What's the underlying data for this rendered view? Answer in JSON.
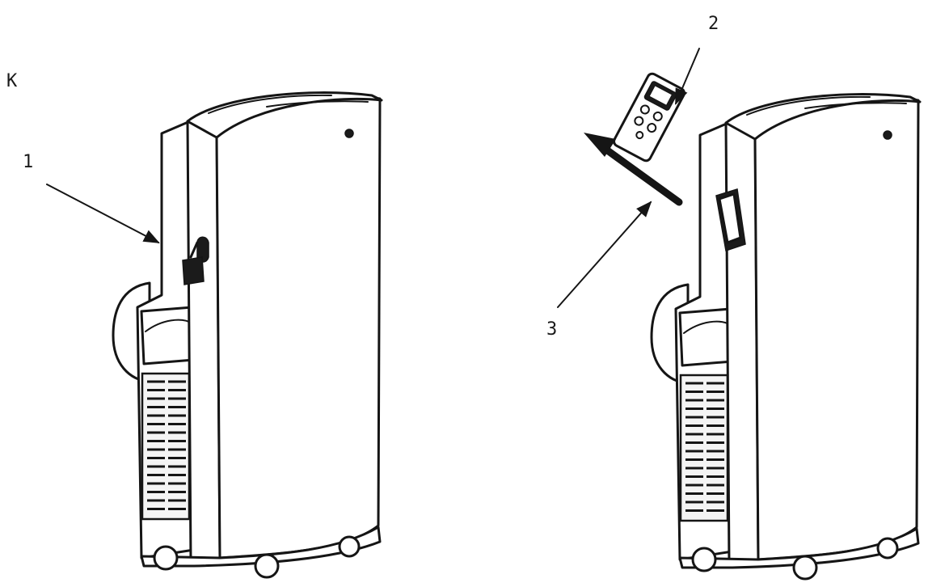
{
  "figure": {
    "letter": "K",
    "callouts": [
      "1",
      "2",
      "3"
    ]
  },
  "colors": {
    "line": "#151515",
    "background": "#ffffff"
  }
}
